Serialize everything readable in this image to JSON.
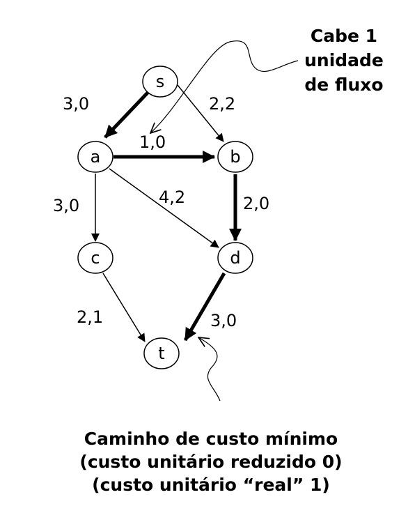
{
  "nodes": {
    "s": "s",
    "a": "a",
    "b": "b",
    "c": "c",
    "d": "d",
    "t": "t"
  },
  "edges": {
    "s_a": "3,0",
    "s_b": "2,2",
    "a_b": "1,0",
    "a_c": "3,0",
    "a_d": "4,2",
    "b_d": "2,0",
    "c_t": "2,1",
    "d_t": "3,0"
  },
  "annotation": {
    "line1": "Cabe 1",
    "line2": "unidade",
    "line3": "de fluxo"
  },
  "caption": {
    "line1": "Caminho de custo mínimo",
    "line2": "(custo unitário reduzido 0)",
    "line3": "(custo unitário “real” 1)"
  }
}
